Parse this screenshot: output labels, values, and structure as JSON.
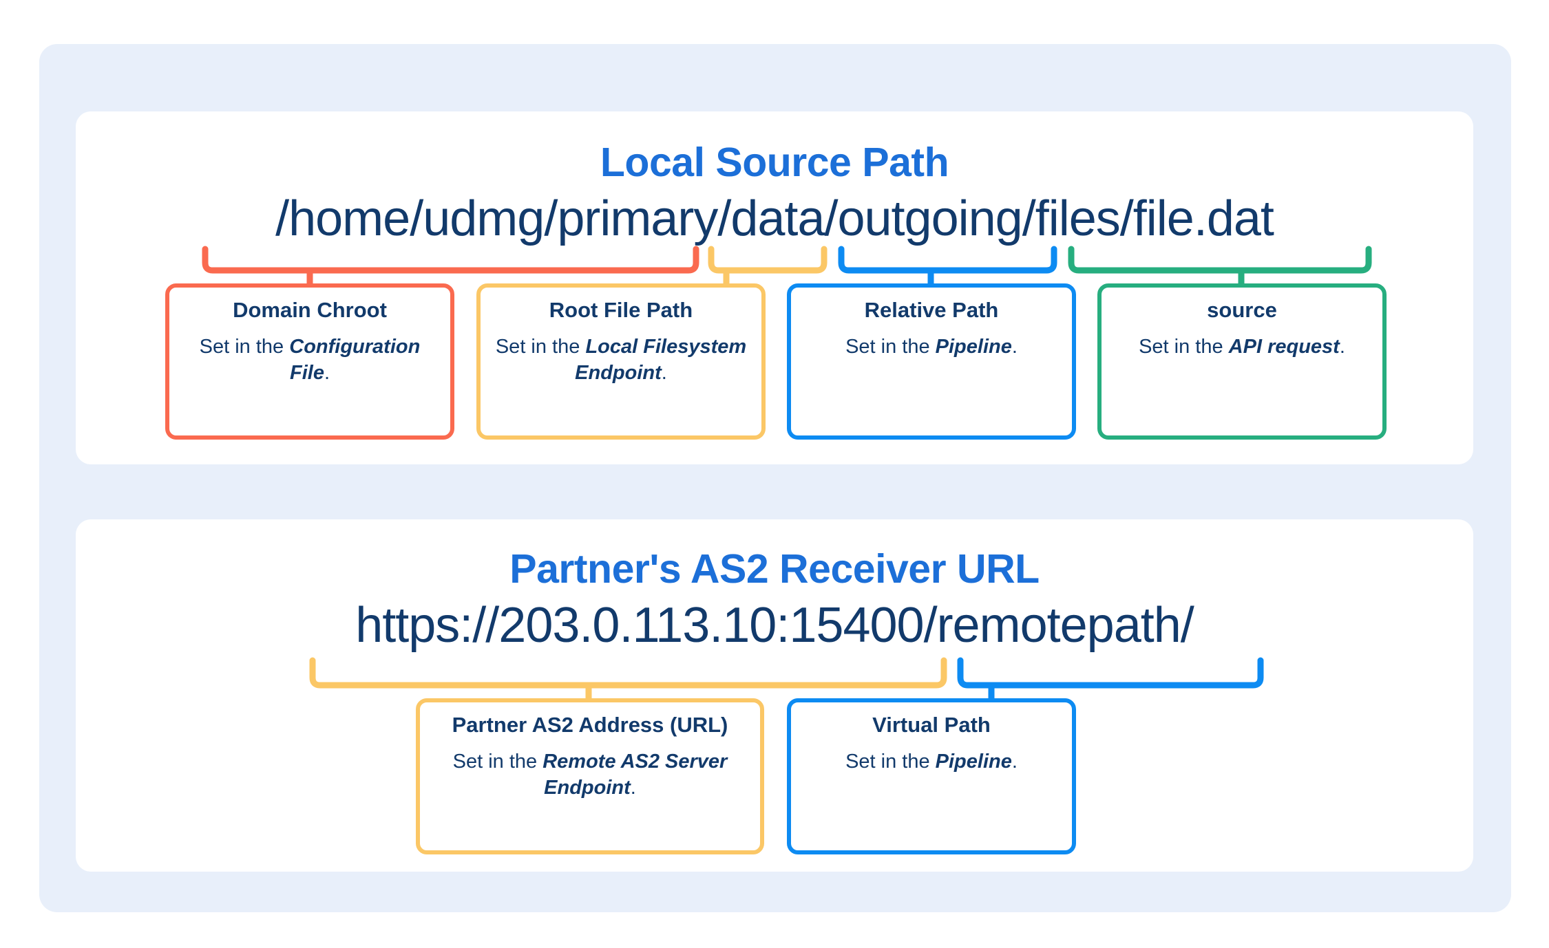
{
  "theme": {
    "outer_background": "#E8EFFA",
    "card_background": "#FFFFFF",
    "title_color": "#1C6FD8",
    "text_color": "#123A6B",
    "accent_red": "#FA6A4F",
    "accent_yellow": "#FBC766",
    "accent_blue": "#0D8BF2",
    "accent_green": "#27AE7F"
  },
  "sections": [
    {
      "title": "Local Source Path",
      "value": "/home/udmg/primary/data/outgoing/files/file.dat",
      "segments": [
        {
          "text": "/home/udmg/primary",
          "color": "#FA6A4F"
        },
        {
          "text": "/data",
          "color": "#FBC766"
        },
        {
          "text": "/outgoing",
          "color": "#0D8BF2"
        },
        {
          "text": "/files/file.dat",
          "color": "#27AE7F"
        }
      ],
      "boxes": [
        {
          "title": "Domain Chroot",
          "desc_prefix": "Set in the ",
          "desc_emphasis": "Configuration File",
          "desc_suffix": ".",
          "color": "#FA6A4F"
        },
        {
          "title": "Root File Path",
          "desc_prefix": "Set in the ",
          "desc_emphasis": "Local Filesystem Endpoint",
          "desc_suffix": ".",
          "color": "#FBC766"
        },
        {
          "title": "Relative Path",
          "desc_prefix": "Set in the ",
          "desc_emphasis": "Pipeline",
          "desc_suffix": ".",
          "color": "#0D8BF2"
        },
        {
          "title": "source",
          "desc_prefix": "Set in the ",
          "desc_emphasis": "API request",
          "desc_suffix": ".",
          "color": "#27AE7F"
        }
      ]
    },
    {
      "title": "Partner's AS2 Receiver URL",
      "value": "https://203.0.113.10:15400/remotepath/",
      "segments": [
        {
          "text": "https://203.0.113.10:15400",
          "color": "#FBC766"
        },
        {
          "text": "/remotepath/",
          "color": "#0D8BF2"
        }
      ],
      "boxes": [
        {
          "title": "Partner AS2 Address (URL)",
          "desc_prefix": "Set in the ",
          "desc_emphasis": "Remote AS2 Server Endpoint",
          "desc_suffix": ".",
          "color": "#FBC766"
        },
        {
          "title": "Virtual Path",
          "desc_prefix": "Set in the ",
          "desc_emphasis": "Pipeline",
          "desc_suffix": ".",
          "color": "#0D8BF2"
        }
      ]
    }
  ]
}
